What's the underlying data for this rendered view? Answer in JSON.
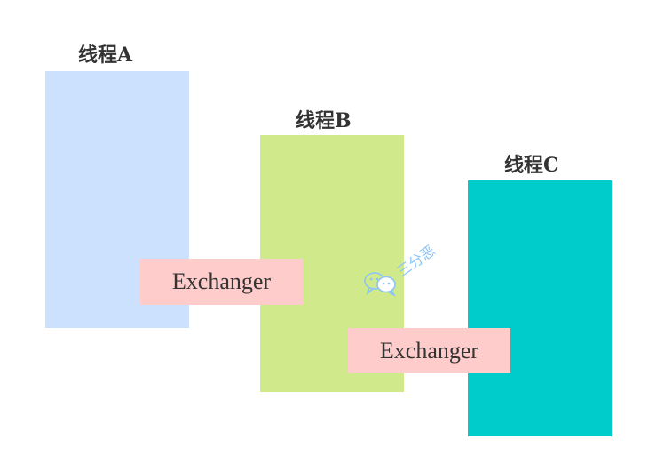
{
  "threads": [
    {
      "label": "线程A",
      "color": "#cce1fe"
    },
    {
      "label": "线程B",
      "color": "#cfe98b"
    },
    {
      "label": "线程C",
      "color": "#00cccc"
    }
  ],
  "exchangers": [
    {
      "label": "Exchanger",
      "color": "#ffcccc"
    },
    {
      "label": "Exchanger",
      "color": "#ffcccc"
    }
  ],
  "watermark": {
    "text": "三分恶",
    "icon": "wechat-icon",
    "color": "#8cc4f5"
  }
}
